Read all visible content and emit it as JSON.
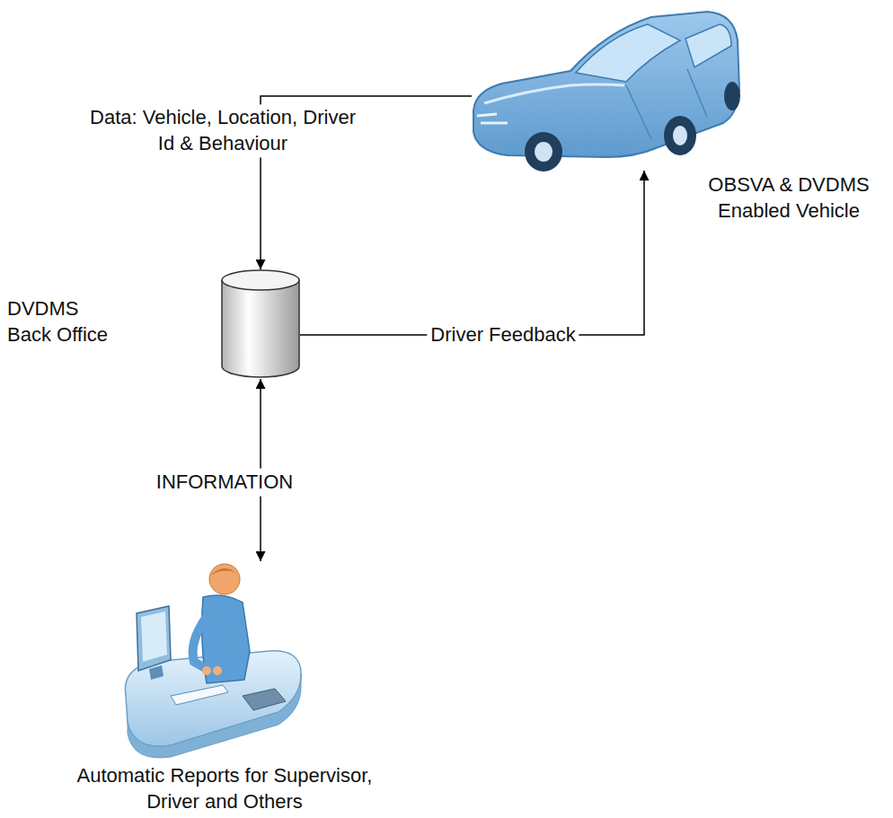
{
  "diagram": {
    "nodes": [
      {
        "text": [
          "OBSVA & DVDMS Enabled Vehicle"
        ]
      },
      {
        "text": [
          "DVDMS Back Office"
        ]
      },
      {
        "text": [
          "Automatic Reports for Supervisor, Driver and Others"
        ]
      }
    ],
    "edges": [
      {
        "from": 0,
        "to": 1,
        "label": "Data: Vehicle, Location, Driver Id & Behaviour",
        "arrow": "to"
      },
      {
        "from": 1,
        "to": 0,
        "label": "Driver Feedback",
        "arrow": "to"
      },
      {
        "from": 1,
        "to": 2,
        "label": "INFORMATION",
        "arrow": "both"
      }
    ]
  }
}
